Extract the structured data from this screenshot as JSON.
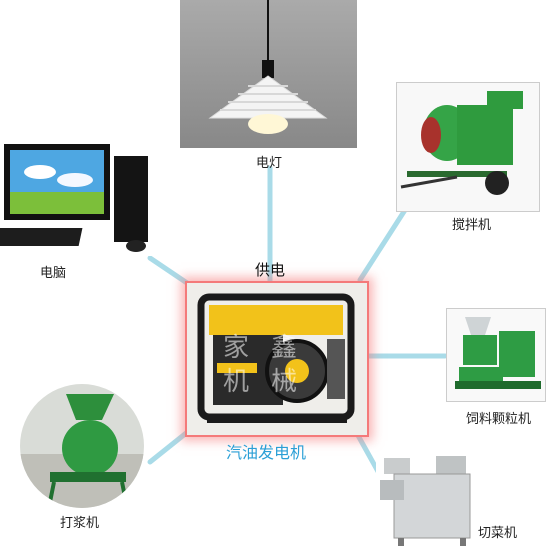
{
  "center": {
    "title": "供电",
    "label": "汽油发电机",
    "watermark": "家鑫机械"
  },
  "devices": {
    "lamp": {
      "label": "电灯"
    },
    "computer": {
      "label": "电脑"
    },
    "mixer": {
      "label": "搅拌机"
    },
    "pellet": {
      "label": "饲料颗粒机"
    },
    "pulper": {
      "label": "打浆机"
    },
    "cutter": {
      "label": "切菜机"
    }
  },
  "colors": {
    "connector": "#a9dbe8",
    "center_glow": "#f47a7a",
    "center_label": "#2a9fd6"
  }
}
